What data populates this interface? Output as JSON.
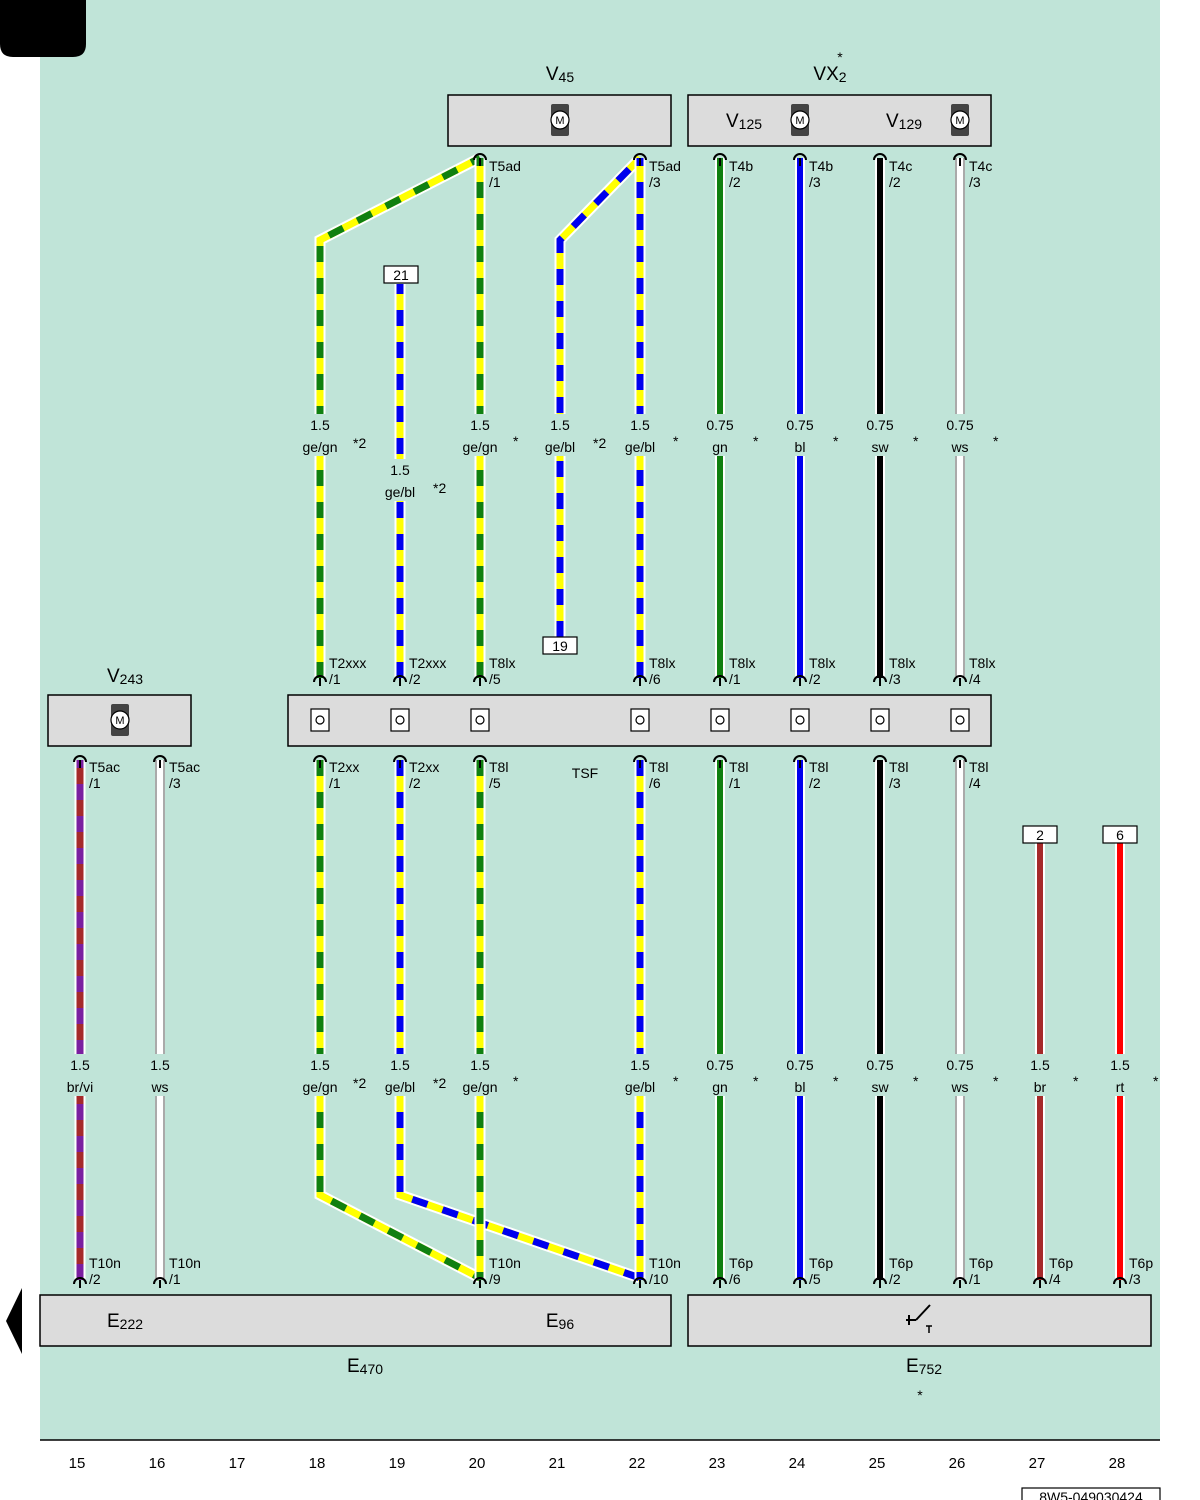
{
  "diagram": {
    "background": "#c0e4d8",
    "component_fill": "#dcdcdc",
    "column_numbers": [
      "15",
      "16",
      "17",
      "18",
      "19",
      "20",
      "21",
      "22",
      "23",
      "24",
      "25",
      "26",
      "27",
      "28"
    ],
    "document_code": "8W5-049030424",
    "connector_center_label": "TSF",
    "components": [
      {
        "id": "V45",
        "main": "V",
        "sub": "45"
      },
      {
        "id": "VX2",
        "main": "VX",
        "sub": "2",
        "mark": "*"
      },
      {
        "id": "V125",
        "main": "V",
        "sub": "125"
      },
      {
        "id": "V129",
        "main": "V",
        "sub": "129"
      },
      {
        "id": "V243",
        "main": "V",
        "sub": "243"
      },
      {
        "id": "E222",
        "main": "E",
        "sub": "222"
      },
      {
        "id": "E96",
        "main": "E",
        "sub": "96"
      },
      {
        "id": "E470",
        "main": "E",
        "sub": "470"
      },
      {
        "id": "E752",
        "main": "E",
        "sub": "752",
        "mark": "*"
      }
    ],
    "upper_wires": [
      {
        "col": 18,
        "size": "1.5",
        "color": "ge/gn",
        "note": "*2"
      },
      {
        "col": 19,
        "size": "1.5",
        "color": "ge/bl",
        "note": "*2"
      },
      {
        "col": 20,
        "size": "1.5",
        "color": "ge/gn",
        "note": "*"
      },
      {
        "col": 21,
        "size": "1.5",
        "color": "ge/bl",
        "note": "*2"
      },
      {
        "col": 22,
        "size": "1.5",
        "color": "ge/bl",
        "note": "*"
      },
      {
        "col": 23,
        "size": "0.75",
        "color": "gn",
        "note": "*"
      },
      {
        "col": 24,
        "size": "0.75",
        "color": "bl",
        "note": "*"
      },
      {
        "col": 25,
        "size": "0.75",
        "color": "sw",
        "note": "*"
      },
      {
        "col": 26,
        "size": "0.75",
        "color": "ws",
        "note": "*"
      }
    ],
    "lower_wires": [
      {
        "col": 15,
        "size": "1.5",
        "color": "br/vi",
        "note": ""
      },
      {
        "col": 16,
        "size": "1.5",
        "color": "ws",
        "note": ""
      },
      {
        "col": 18,
        "size": "1.5",
        "color": "ge/gn",
        "note": "*2"
      },
      {
        "col": 19,
        "size": "1.5",
        "color": "ge/bl",
        "note": "*2"
      },
      {
        "col": 20,
        "size": "1.5",
        "color": "ge/gn",
        "note": "*"
      },
      {
        "col": 22,
        "size": "1.5",
        "color": "ge/bl",
        "note": "*"
      },
      {
        "col": 23,
        "size": "0.75",
        "color": "gn",
        "note": "*"
      },
      {
        "col": 24,
        "size": "0.75",
        "color": "bl",
        "note": "*"
      },
      {
        "col": 25,
        "size": "0.75",
        "color": "sw",
        "note": "*"
      },
      {
        "col": 26,
        "size": "0.75",
        "color": "ws",
        "note": "*"
      },
      {
        "col": 27,
        "size": "1.5",
        "color": "br",
        "note": "*"
      },
      {
        "col": 28,
        "size": "1.5",
        "color": "rt",
        "note": "*"
      }
    ],
    "pins": [
      {
        "col": 20,
        "name": "T5ad",
        "pin": "/1",
        "row": "top"
      },
      {
        "col": 22,
        "name": "T5ad",
        "pin": "/3",
        "row": "top"
      },
      {
        "col": 23,
        "name": "T4b",
        "pin": "/2",
        "row": "top"
      },
      {
        "col": 24,
        "name": "T4b",
        "pin": "/3",
        "row": "top"
      },
      {
        "col": 25,
        "name": "T4c",
        "pin": "/2",
        "row": "top"
      },
      {
        "col": 26,
        "name": "T4c",
        "pin": "/3",
        "row": "top"
      },
      {
        "col": 18,
        "name": "T2xxx",
        "pin": "/1",
        "row": "tsf_top"
      },
      {
        "col": 19,
        "name": "T2xxx",
        "pin": "/2",
        "row": "tsf_top"
      },
      {
        "col": 20,
        "name": "T8lx",
        "pin": "/5",
        "row": "tsf_top"
      },
      {
        "col": 22,
        "name": "T8lx",
        "pin": "/6",
        "row": "tsf_top"
      },
      {
        "col": 23,
        "name": "T8lx",
        "pin": "/1",
        "row": "tsf_top"
      },
      {
        "col": 24,
        "name": "T8lx",
        "pin": "/2",
        "row": "tsf_top"
      },
      {
        "col": 25,
        "name": "T8lx",
        "pin": "/3",
        "row": "tsf_top"
      },
      {
        "col": 26,
        "name": "T8lx",
        "pin": "/4",
        "row": "tsf_top"
      },
      {
        "col": 15,
        "name": "T5ac",
        "pin": "/1",
        "row": "tsf_bottom"
      },
      {
        "col": 16,
        "name": "T5ac",
        "pin": "/3",
        "row": "tsf_bottom"
      },
      {
        "col": 18,
        "name": "T2xx",
        "pin": "/1",
        "row": "tsf_bottom"
      },
      {
        "col": 19,
        "name": "T2xx",
        "pin": "/2",
        "row": "tsf_bottom"
      },
      {
        "col": 20,
        "name": "T8l",
        "pin": "/5",
        "row": "tsf_bottom"
      },
      {
        "col": 22,
        "name": "T8l",
        "pin": "/6",
        "row": "tsf_bottom"
      },
      {
        "col": 23,
        "name": "T8l",
        "pin": "/1",
        "row": "tsf_bottom"
      },
      {
        "col": 24,
        "name": "T8l",
        "pin": "/2",
        "row": "tsf_bottom"
      },
      {
        "col": 25,
        "name": "T8l",
        "pin": "/3",
        "row": "tsf_bottom"
      },
      {
        "col": 26,
        "name": "T8l",
        "pin": "/4",
        "row": "tsf_bottom"
      },
      {
        "col": 15,
        "name": "T10n",
        "pin": "/2",
        "row": "bottom"
      },
      {
        "col": 16,
        "name": "T10n",
        "pin": "/1",
        "row": "bottom"
      },
      {
        "col": 20,
        "name": "T10n",
        "pin": "/9",
        "row": "bottom"
      },
      {
        "col": 22,
        "name": "T10n",
        "pin": "/10",
        "row": "bottom"
      },
      {
        "col": 23,
        "name": "T6p",
        "pin": "/6",
        "row": "bottom"
      },
      {
        "col": 24,
        "name": "T6p",
        "pin": "/5",
        "row": "bottom"
      },
      {
        "col": 25,
        "name": "T6p",
        "pin": "/2",
        "row": "bottom"
      },
      {
        "col": 26,
        "name": "T6p",
        "pin": "/1",
        "row": "bottom"
      },
      {
        "col": 27,
        "name": "T6p",
        "pin": "/4",
        "row": "bottom"
      },
      {
        "col": 28,
        "name": "T6p",
        "pin": "/3",
        "row": "bottom"
      }
    ],
    "references": [
      {
        "col": 19,
        "label": "21"
      },
      {
        "col": 21,
        "label": "19"
      },
      {
        "col": 27,
        "label": "2"
      },
      {
        "col": 28,
        "label": "6"
      }
    ],
    "wire_colors": {
      "ge": "#ffff00",
      "gn": "#108010",
      "bl": "#0000ee",
      "sw": "#000000",
      "ws": "#ffffff",
      "br": "#a52a2a",
      "vi": "#7a1fa0",
      "rt": "#ff0000"
    }
  }
}
